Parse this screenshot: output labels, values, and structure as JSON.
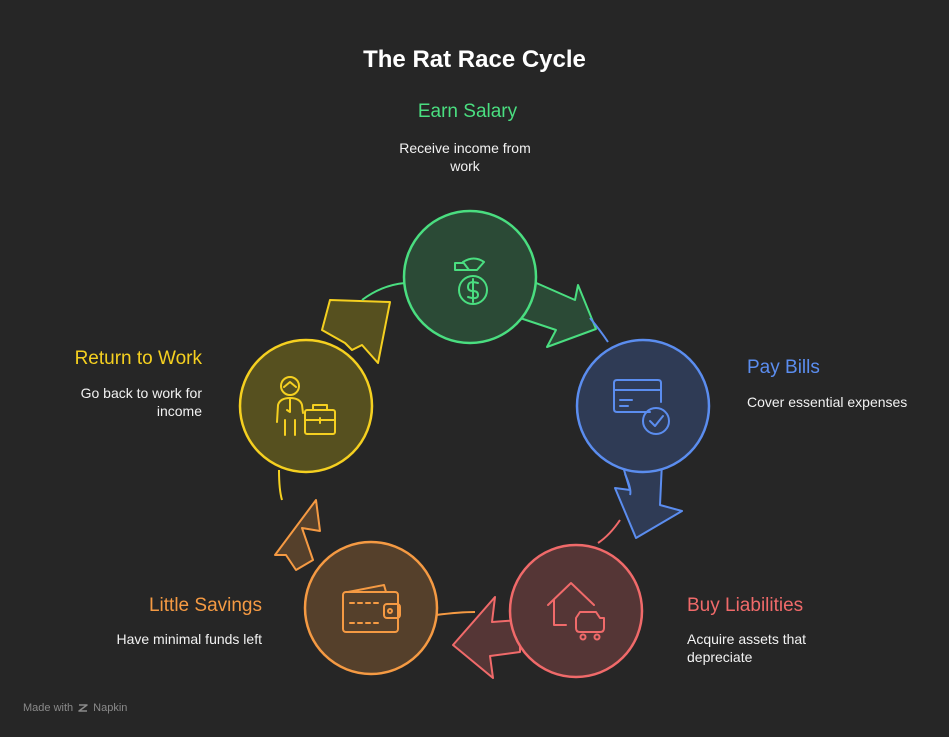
{
  "title": "The Rat Race Cycle",
  "stages": [
    {
      "id": "earn-salary",
      "title": "Earn Salary",
      "description": "Receive income from work",
      "color": "#4ade80",
      "fill": "#2b4a36",
      "icon": "money-bag-icon"
    },
    {
      "id": "pay-bills",
      "title": "Pay Bills",
      "description": "Cover essential expenses",
      "color": "#5b8def",
      "fill": "#2f3b55",
      "icon": "credit-card-check-icon"
    },
    {
      "id": "buy-liabilities",
      "title": "Buy Liabilities",
      "description": "Acquire assets that depreciate",
      "color": "#f06a6a",
      "fill": "#553636",
      "icon": "house-car-icon"
    },
    {
      "id": "little-savings",
      "title": "Little Savings",
      "description": "Have minimal funds left",
      "color": "#f59a43",
      "fill": "#55402b",
      "icon": "wallet-icon"
    },
    {
      "id": "return-to-work",
      "title": "Return to Work",
      "description": "Go back to work for income",
      "color": "#f5d020",
      "fill": "#56501f",
      "icon": "worker-briefcase-icon"
    }
  ],
  "footer": {
    "made_with": "Made with",
    "brand": "Napkin"
  }
}
